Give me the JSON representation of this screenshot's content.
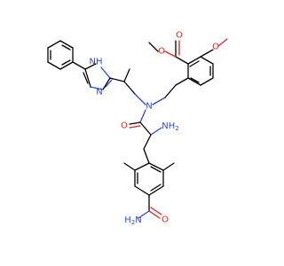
{
  "atoms": {
    "nh_imidazole": "NH",
    "n_imidazole": "N",
    "n_amide": "N",
    "o_amide": "O",
    "nh2_alpha": "NH",
    "nh2_alpha_sub": "2",
    "o_ester_carbonyl": "O",
    "o_ester": "O",
    "o_methoxy": "O",
    "h2n_carboxamide": "H",
    "h2n_carboxamide_sub": "2",
    "h2n_carboxamide_n": "N",
    "o_carboxamide": "O"
  },
  "colors": {
    "carbon_bond": "#000000",
    "nitrogen": "#2F47D9",
    "oxygen": "#E02020",
    "background": "#ffffff"
  }
}
